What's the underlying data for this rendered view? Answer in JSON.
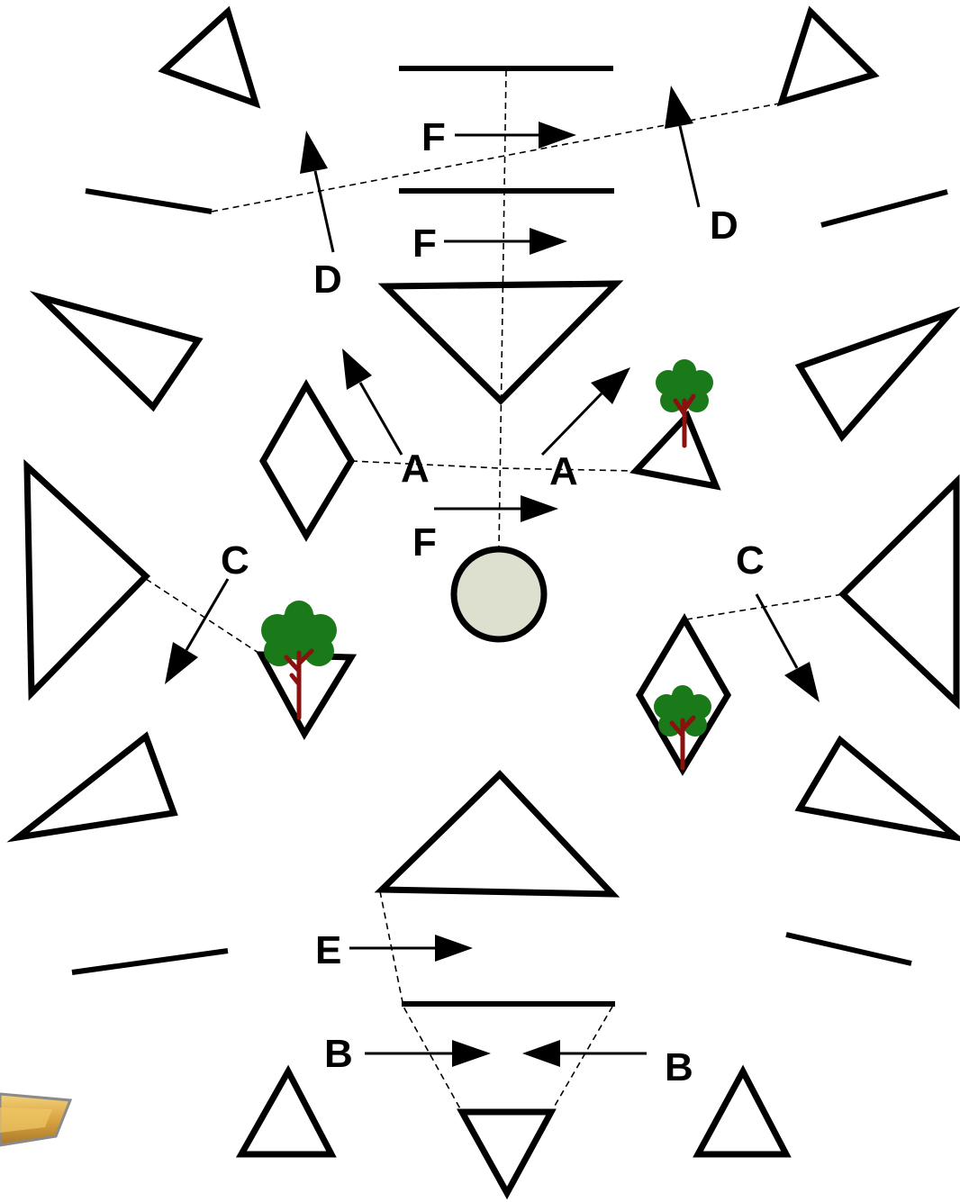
{
  "labels": {
    "a": "A",
    "b": "B",
    "c": "C",
    "d": "D",
    "e": "E",
    "f": "F"
  },
  "colors": {
    "outline": "#000000",
    "circle_fill": "#dde0cf",
    "tree_canopy": "#1a7a1a",
    "tree_trunk": "#8b1010",
    "logo_gold": "#d9a441"
  },
  "icons": [
    "tree-icon",
    "logo-icon"
  ]
}
